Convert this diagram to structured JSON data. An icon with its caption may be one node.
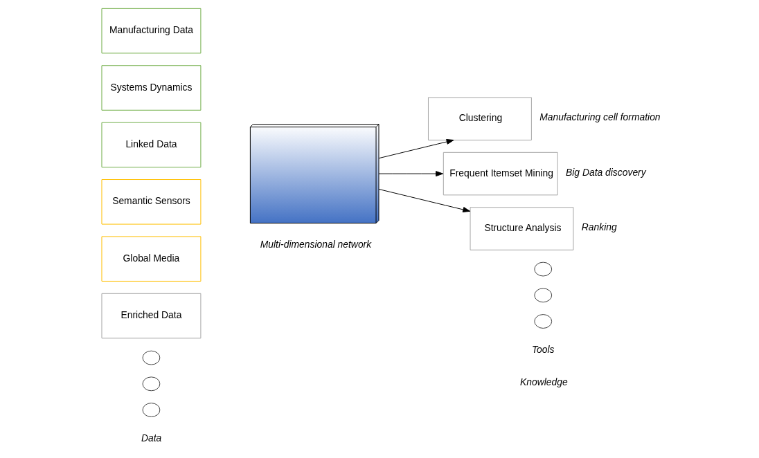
{
  "diagram": {
    "nodes": [
      {
        "text": [
          "Manufacturing Data"
        ]
      },
      {
        "text": [
          "Systems Dynamics"
        ]
      },
      {
        "text": [
          "Linked Data"
        ]
      },
      {
        "text": [
          "Semantic Sensors"
        ]
      },
      {
        "text": [
          "Global Media"
        ]
      },
      {
        "text": [
          "Enriched Data"
        ]
      },
      {
        "text": [],
        "shape": "circle"
      },
      {
        "text": [],
        "shape": "circle"
      },
      {
        "text": [],
        "shape": "circle"
      },
      {
        "text": [],
        "shape": "picture"
      },
      {
        "text": [
          "Clustering"
        ],
        "beside": [
          "Manufacturing cell formation"
        ]
      },
      {
        "text": [
          "Frequent Itemset Mining"
        ],
        "beside": [
          "Big Data discovery"
        ]
      },
      {
        "text": [
          "Structure Analysis"
        ],
        "beside": [
          "Ranking"
        ]
      },
      {
        "text": [],
        "shape": "circle"
      },
      {
        "text": [],
        "shape": "circle"
      },
      {
        "text": [],
        "shape": "circle"
      }
    ],
    "edges": [
      {
        "from": 9,
        "to": 10,
        "arrow": "to"
      },
      {
        "from": 9,
        "to": 11,
        "arrow": "to"
      },
      {
        "from": 9,
        "to": 12,
        "arrow": "to"
      }
    ],
    "labels": [
      "Data",
      "Multi-dimensional network",
      "Tools",
      "Knowledge"
    ]
  }
}
